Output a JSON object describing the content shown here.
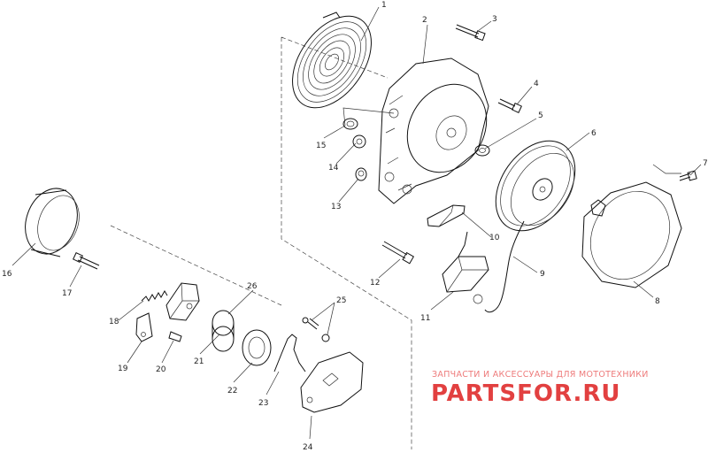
{
  "parts": [
    {
      "id": "part-1",
      "label": "1"
    },
    {
      "id": "part-2",
      "label": "2"
    },
    {
      "id": "part-3",
      "label": "3"
    },
    {
      "id": "part-4",
      "label": "4"
    },
    {
      "id": "part-5",
      "label": "5"
    },
    {
      "id": "part-6",
      "label": "6"
    },
    {
      "id": "part-7",
      "label": "7"
    },
    {
      "id": "part-8",
      "label": "8"
    },
    {
      "id": "part-9",
      "label": "9"
    },
    {
      "id": "part-10",
      "label": "10"
    },
    {
      "id": "part-11",
      "label": "11"
    },
    {
      "id": "part-12",
      "label": "12"
    },
    {
      "id": "part-13",
      "label": "13"
    },
    {
      "id": "part-14",
      "label": "14"
    },
    {
      "id": "part-15",
      "label": "15"
    },
    {
      "id": "part-16",
      "label": "16"
    },
    {
      "id": "part-17",
      "label": "17"
    },
    {
      "id": "part-18",
      "label": "18"
    },
    {
      "id": "part-19",
      "label": "19"
    },
    {
      "id": "part-20",
      "label": "20"
    },
    {
      "id": "part-21",
      "label": "21"
    },
    {
      "id": "part-22",
      "label": "22"
    },
    {
      "id": "part-23",
      "label": "23"
    },
    {
      "id": "part-24",
      "label": "24"
    },
    {
      "id": "part-25",
      "label": "25"
    },
    {
      "id": "part-26",
      "label": "26"
    }
  ],
  "watermark": {
    "subtitle": "ЗАПЧАСТИ И АКСЕССУАРЫ ДЛЯ МОТОТЕХНИКИ",
    "logo": "PARTSFOR.RU",
    "color": "#e24040"
  }
}
